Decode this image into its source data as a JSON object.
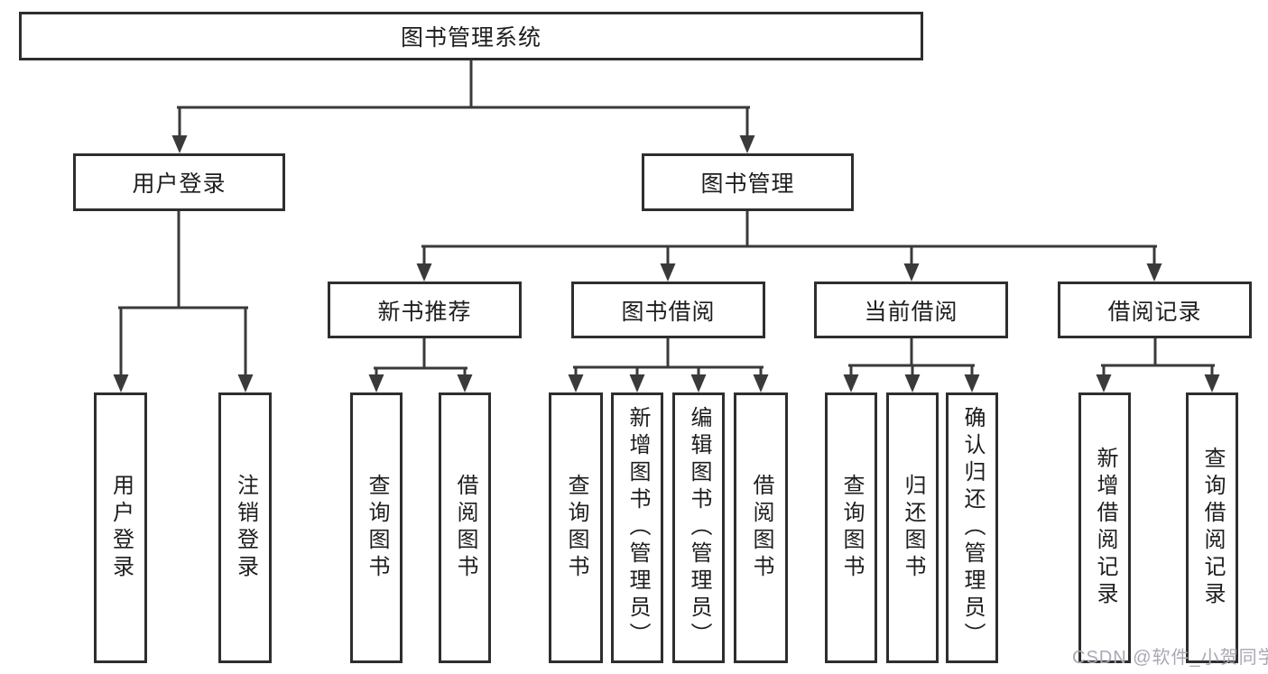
{
  "tree": {
    "root": "图书管理系统",
    "branches": [
      {
        "label": "用户登录",
        "children": [
          "用户登录",
          "注销登录"
        ]
      },
      {
        "label": "图书管理",
        "children": [
          {
            "label": "新书推荐",
            "children": [
              "查询图书",
              "借阅图书"
            ]
          },
          {
            "label": "图书借阅",
            "children": [
              "查询图书",
              "新增图书（管理员）",
              "编辑图书（管理员）",
              "借阅图书"
            ]
          },
          {
            "label": "当前借阅",
            "children": [
              "查询图书",
              "归还图书",
              "确认归还（管理员）"
            ]
          },
          {
            "label": "借阅记录",
            "children": [
              "新增借阅记录",
              "查询借阅记录"
            ]
          }
        ]
      }
    ]
  },
  "watermark": "CSDN @软件_小贺同学",
  "colors": {
    "box_border": "#2e2e2e",
    "connector": "#3a3a3a",
    "text": "#1d1d1d",
    "watermark": "#a9a9b3",
    "background": "#ffffff"
  }
}
